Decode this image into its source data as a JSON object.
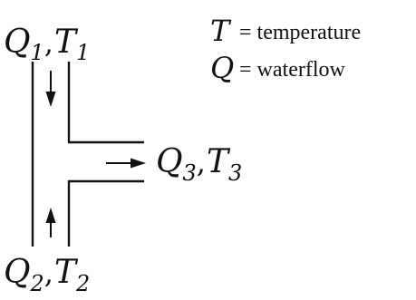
{
  "flows": {
    "inlet_top": {
      "q": "Q",
      "q_sub": "1",
      "t": "T",
      "t_sub": "1"
    },
    "inlet_bottom": {
      "q": "Q",
      "q_sub": "2",
      "t": "T",
      "t_sub": "2"
    },
    "outlet": {
      "q": "Q",
      "q_sub": "3",
      "t": "T",
      "t_sub": "3"
    }
  },
  "legend": {
    "temperature": {
      "symbol": "T",
      "description": "= temperature"
    },
    "waterflow": {
      "symbol": "Q",
      "description": "= waterflow"
    }
  }
}
